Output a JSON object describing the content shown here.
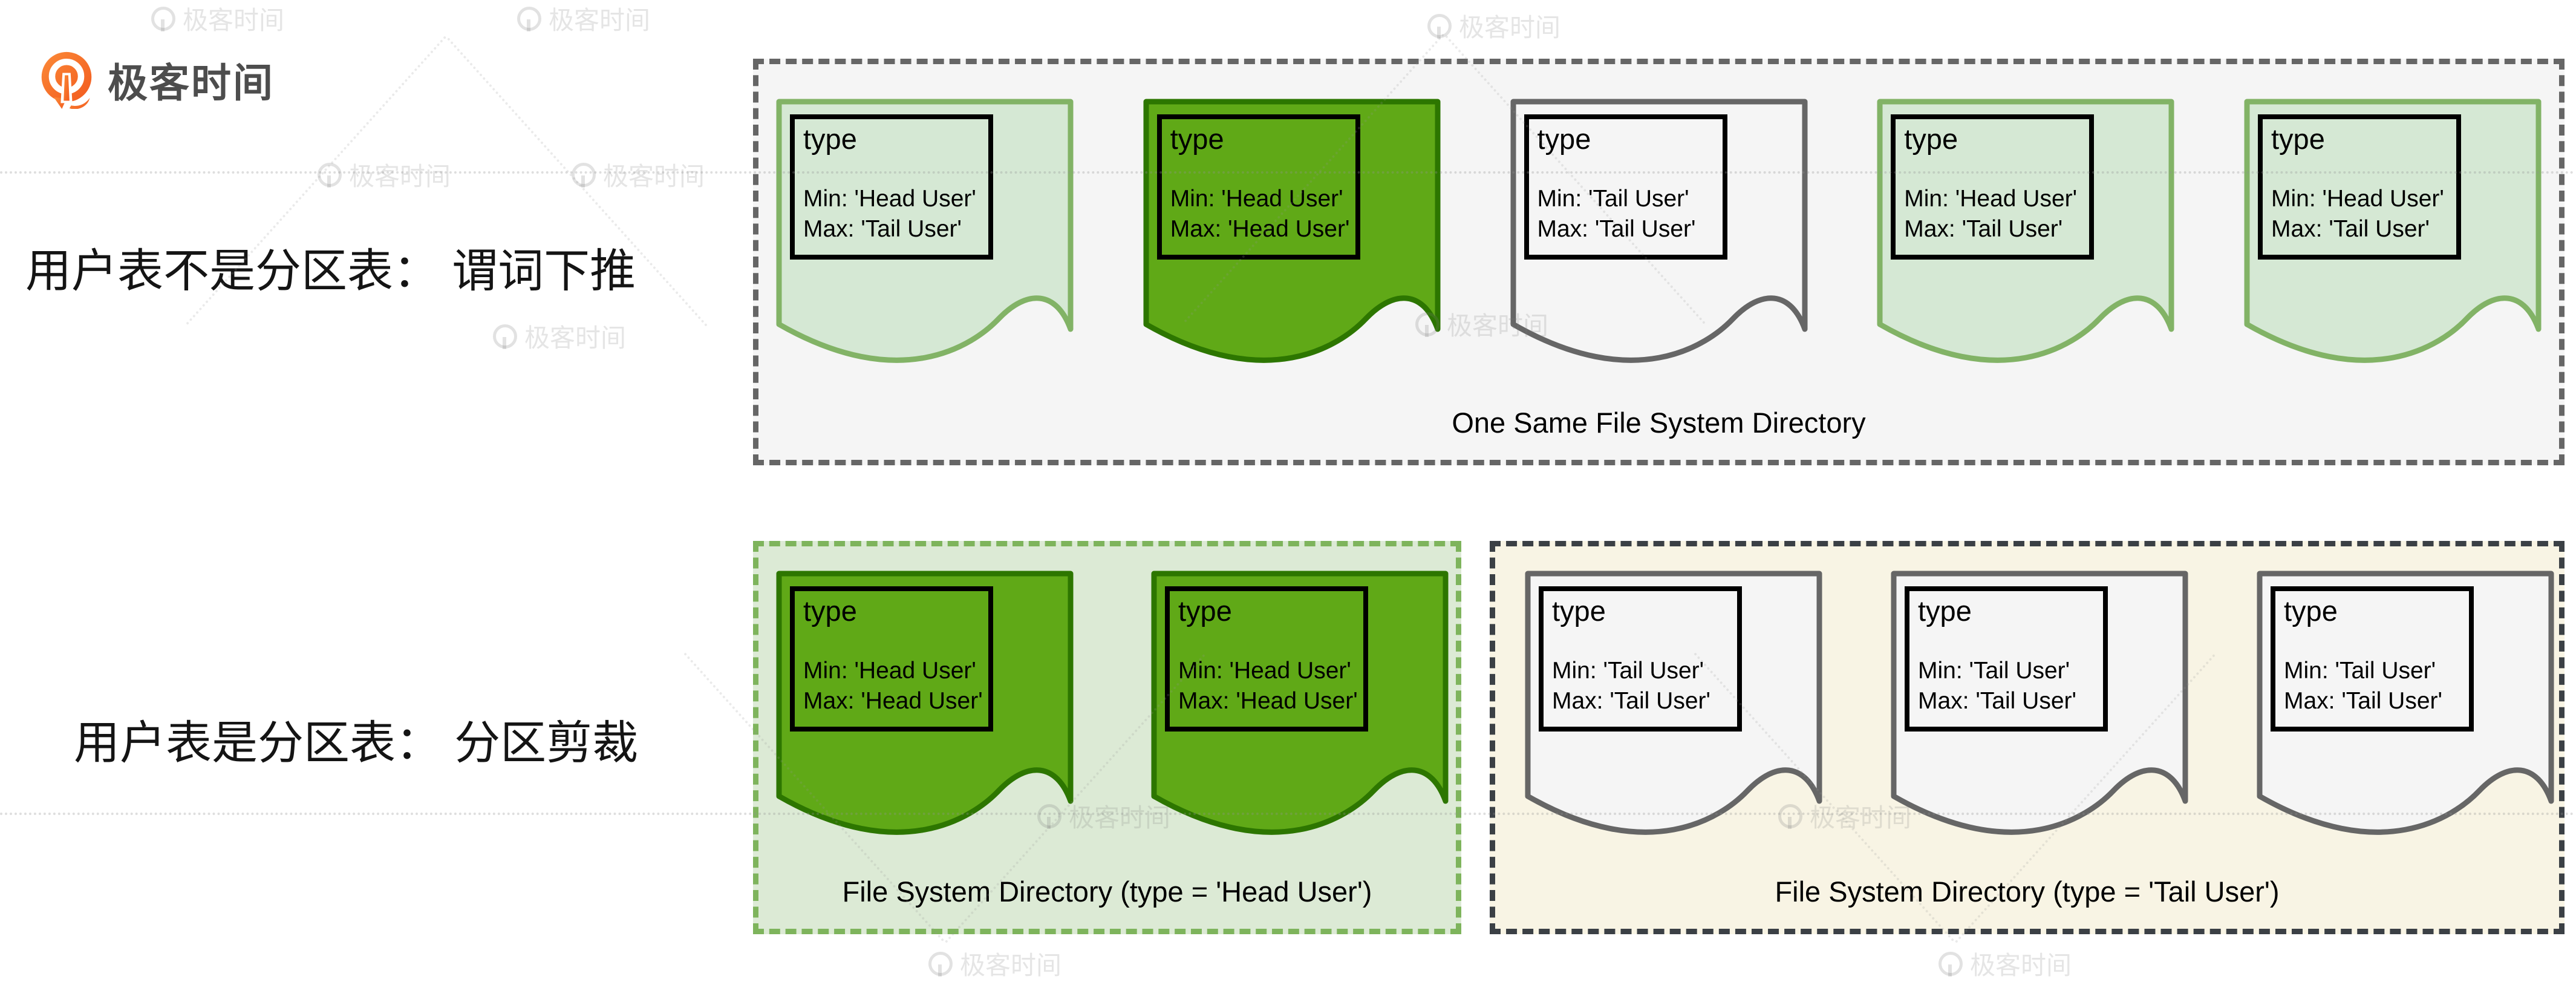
{
  "brand": {
    "name": "极客时间",
    "logo_icon": "geektime-pin-icon",
    "logo_color": "#F8701F",
    "text_color": "#4D4D4D"
  },
  "watermark": {
    "text": "极客时间"
  },
  "colors": {
    "light_green_fill": "#d5e8d4",
    "light_green_stroke": "#82b366",
    "dark_green_fill": "#60a917",
    "dark_green_stroke": "#2d7600",
    "neutral_fill": "#f5f5f5",
    "neutral_stroke": "#666666",
    "directory_all_bg": "#f5f5f5",
    "directory_head_bg": "#dcead5",
    "directory_tail_bg": "#f8f4e4"
  },
  "rows": [
    {
      "caption": "用户表不是分区表： 谓词下推",
      "groups": [
        {
          "label": "One Same File System Directory",
          "style": "gray-dashed",
          "files": [
            {
              "variant": "light-green",
              "type": "type",
              "min": "Min: 'Head User'",
              "max": "Max: 'Tail User'"
            },
            {
              "variant": "dark-green",
              "type": "type",
              "min": "Min: 'Head User'",
              "max": "Max: 'Head User'"
            },
            {
              "variant": "white",
              "type": "type",
              "min": "Min: 'Tail User'",
              "max": "Max: 'Tail User'"
            },
            {
              "variant": "light-green",
              "type": "type",
              "min": "Min: 'Head User'",
              "max": "Max: 'Tail User'"
            },
            {
              "variant": "light-green",
              "type": "type",
              "min": "Min: 'Head User'",
              "max": "Max: 'Tail User'"
            }
          ]
        }
      ]
    },
    {
      "caption": "用户表是分区表： 分区剪裁",
      "groups": [
        {
          "label": "File System Directory (type = 'Head User')",
          "style": "green-dashed",
          "files": [
            {
              "variant": "dark-green",
              "type": "type",
              "min": "Min: 'Head User'",
              "max": "Max: 'Head User'"
            },
            {
              "variant": "dark-green",
              "type": "type",
              "min": "Min: 'Head User'",
              "max": "Max: 'Head User'"
            }
          ]
        },
        {
          "label": "File System Directory (type = 'Tail User')",
          "style": "dark-dashed",
          "files": [
            {
              "variant": "white",
              "type": "type",
              "min": "Min: 'Tail User'",
              "max": "Max: 'Tail User'"
            },
            {
              "variant": "white",
              "type": "type",
              "min": "Min: 'Tail User'",
              "max": "Max: 'Tail User'"
            },
            {
              "variant": "white",
              "type": "type",
              "min": "Min: 'Tail User'",
              "max": "Max: 'Tail User'"
            }
          ]
        }
      ]
    }
  ]
}
